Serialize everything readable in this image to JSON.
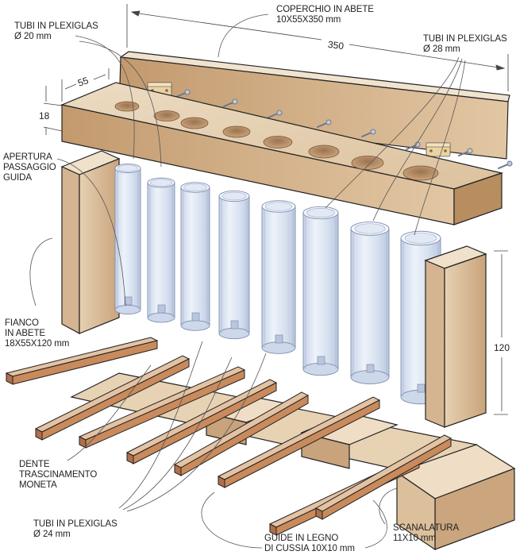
{
  "title": "Coin sorter exploded view",
  "colors": {
    "wood_top": "#e8d3b5",
    "wood_front": "#c9a27a",
    "wood_side": "#b48a5e",
    "guide": "#c98a5c",
    "tube": "#dde6f3",
    "tube_edge": "#8fa0bf",
    "leader": "#555555",
    "text": "#222222"
  },
  "labels": {
    "tubes_20": {
      "line1": "TUBI IN PLEXIGLAS",
      "line2": "Ø 20 mm"
    },
    "lid": {
      "line1": "COPERCHIO IN ABETE",
      "line2": "10X55X350 mm"
    },
    "tubes_28": {
      "line1": "TUBI IN PLEXIGLAS",
      "line2": "Ø 28 mm"
    },
    "opening": {
      "line1": "APERTURA",
      "line2": "PASSAGGIO",
      "line3": "GUIDA"
    },
    "side": {
      "line1": "FIANCO",
      "line2": "IN ABETE",
      "line3": "18X55X120 mm"
    },
    "tooth": {
      "line1": "DENTE",
      "line2": "TRASCINAMENTO",
      "line3": "MONETA"
    },
    "tubes_24": {
      "line1": "TUBI IN PLEXIGLAS",
      "line2": "Ø 24 mm"
    },
    "guides": {
      "line1": "GUIDE IN LEGNO",
      "line2": "DI CUSSIA 10X10 mm"
    },
    "groove": {
      "line1": "SCANALATURA",
      "line2": "11X10 mm"
    }
  },
  "dimensions": {
    "length": "350",
    "width": "55",
    "thickness": "18",
    "height": "120"
  },
  "parts": {
    "tube_count": 8,
    "screw_count": 8,
    "bracket_count": 2,
    "guide_count": 8
  }
}
